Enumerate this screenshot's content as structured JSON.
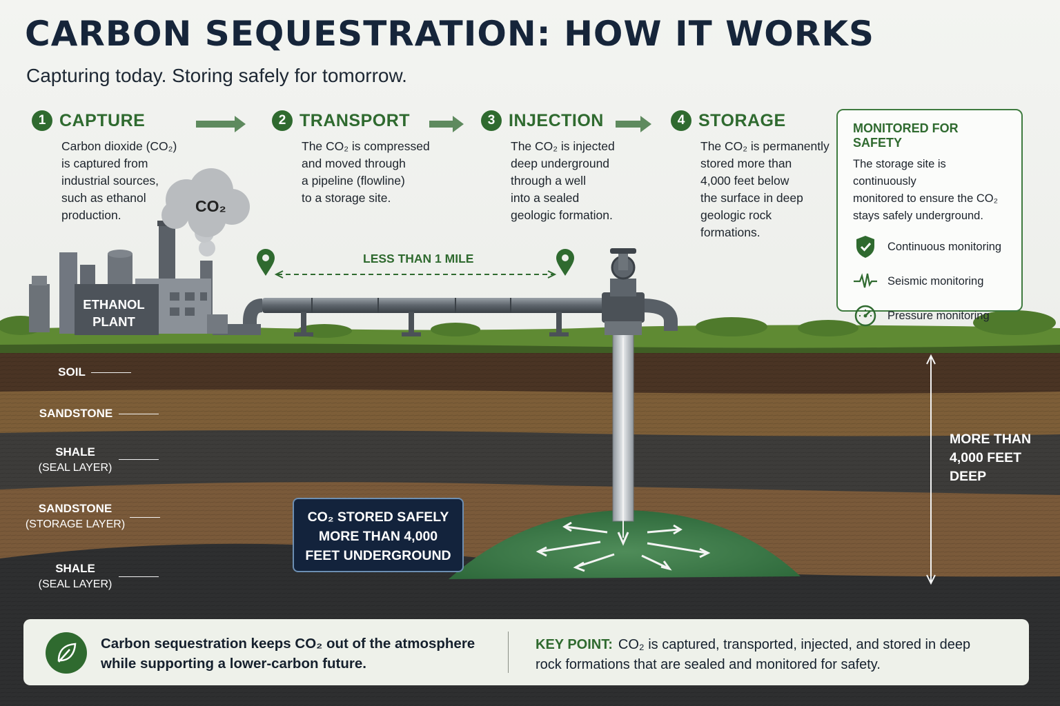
{
  "header": {
    "title": "CARBON SEQUESTRATION: HOW IT WORKS",
    "subtitle": "Capturing today. Storing safely for tomorrow."
  },
  "steps": [
    {
      "number": "1",
      "title": "CAPTURE",
      "lines": [
        "Carbon dioxide (CO₂)",
        "is captured from",
        "industrial sources,",
        "such as ethanol",
        "production."
      ]
    },
    {
      "number": "2",
      "title": "TRANSPORT",
      "lines": [
        "The CO₂ is compressed",
        "and moved through",
        "a pipeline (flowline)",
        "to a storage site."
      ]
    },
    {
      "number": "3",
      "title": "INJECTION",
      "lines": [
        "The CO₂ is injected",
        "deep underground",
        "through a well",
        "into a sealed",
        "geologic formation."
      ]
    },
    {
      "number": "4",
      "title": "STORAGE",
      "lines": [
        "The CO₂ is permanently",
        "stored more than",
        "4,000 feet below",
        "the surface in deep",
        "geologic rock",
        "formations."
      ]
    }
  ],
  "monitoring": {
    "title": "MONITORED FOR SAFETY",
    "lines": [
      "The storage site is continuously",
      "monitored to ensure the CO₂",
      "stays safely underground."
    ],
    "items": [
      {
        "label": "Continuous monitoring",
        "icon": "shield-check-icon"
      },
      {
        "label": "Seismic monitoring",
        "icon": "seismic-wave-icon"
      },
      {
        "label": "Pressure monitoring",
        "icon": "pressure-gauge-icon"
      }
    ]
  },
  "scene": {
    "plant_label": [
      "ETHANOL",
      "PLANT"
    ],
    "cloud_label": "CO₂",
    "distance_label": "LESS THAN 1 MILE",
    "callout": [
      "CO₂ STORED SAFELY",
      "MORE THAN 4,000",
      "FEET UNDERGROUND"
    ],
    "depth_label": [
      "MORE THAN",
      "4,000 FEET",
      "DEEP"
    ]
  },
  "layers": [
    {
      "name": "SOIL",
      "sub": ""
    },
    {
      "name": "SANDSTONE",
      "sub": ""
    },
    {
      "name": "SHALE",
      "sub": "(SEAL LAYER)"
    },
    {
      "name": "SANDSTONE",
      "sub": "(STORAGE LAYER)"
    },
    {
      "name": "SHALE",
      "sub": "(SEAL LAYER)"
    }
  ],
  "footer": {
    "left": [
      "Carbon sequestration keeps CO₂ out of the atmosphere",
      "while supporting a lower-carbon future."
    ],
    "key_label": "KEY POINT:",
    "right": [
      "CO₂ is captured, transported, injected, and stored in deep",
      "rock formations that are sealed and monitored for safety."
    ]
  },
  "colors": {
    "accent_green": "#2f6a2f",
    "title_navy": "#16253a",
    "callout_navy": "#13233c",
    "co2_plume": "#3f7a4c"
  }
}
